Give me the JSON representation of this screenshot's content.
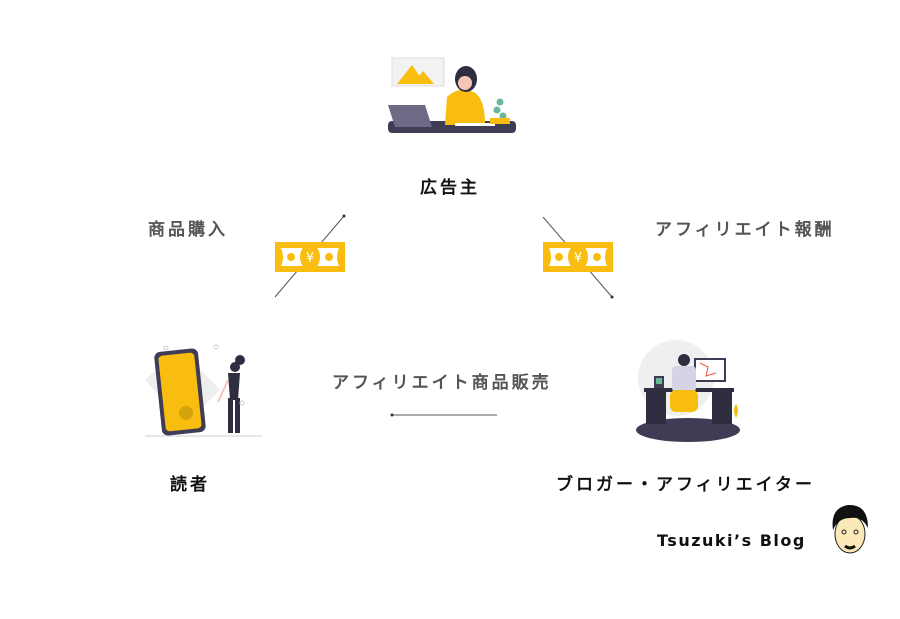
{
  "nodes": {
    "advertiser": "広告主",
    "reader": "読者",
    "blogger": "ブロガー・アフィリエイター"
  },
  "flows": {
    "purchase": "商品購入",
    "reward": "アフィリエイト報酬",
    "sales": "アフィリエイト商品販売"
  },
  "currency_symbol": "¥",
  "brand": "Tsuzuki’s Blog",
  "colors": {
    "accent": "#f9bd0f",
    "dark": "#3f3d56",
    "text": "#111111",
    "grey_text": "#555555"
  }
}
